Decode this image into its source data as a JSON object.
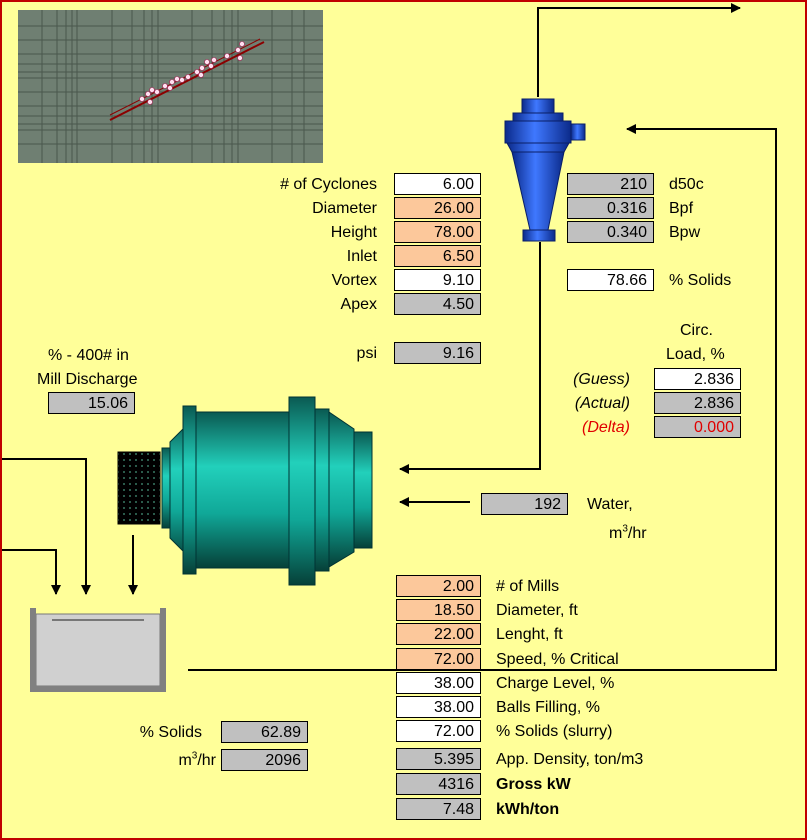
{
  "cyclone": {
    "labels": [
      "# of Cyclones",
      "Diameter",
      "Height",
      "Inlet",
      "Vortex",
      "Apex"
    ],
    "values": [
      "6.00",
      "26.00",
      "78.00",
      "6.50",
      "9.10",
      "4.50"
    ],
    "psi_label": "psi",
    "psi_value": "9.16"
  },
  "cyclone_results": {
    "d50c_value": "210",
    "d50c_label": "d50c",
    "bpf_value": "0.316",
    "bpf_label": "Bpf",
    "bpw_value": "0.340",
    "bpw_label": "Bpw",
    "solids_value": "78.66",
    "solids_label": "% Solids"
  },
  "circ_load": {
    "header_line1": "Circ.",
    "header_line2": "Load, %",
    "guess_label": "(Guess)",
    "guess_value": "2.836",
    "actual_label": "(Actual)",
    "actual_value": "2.836",
    "delta_label": "(Delta)",
    "delta_value": "0.000"
  },
  "mill_discharge": {
    "line1": "% - 400# in",
    "line2": "Mill Discharge",
    "value": "15.06"
  },
  "water": {
    "value": "192",
    "label": "Water,",
    "unit": "m",
    "unit_sup": "3",
    "unit_suffix": "/hr"
  },
  "mill": {
    "labels": [
      "# of Mills",
      "Diameter, ft",
      "Lenght, ft",
      "Speed, % Critical",
      "Charge Level, %",
      "Balls Filling, %",
      "% Solids (slurry)",
      "App. Density, ton/m3",
      "Gross kW",
      "kWh/ton"
    ],
    "values": [
      "2.00",
      "18.50",
      "22.00",
      "72.00",
      "38.00",
      "38.00",
      "72.00",
      "5.395",
      "4316",
      "7.48"
    ]
  },
  "sump": {
    "solids_label": "% Solids",
    "solids_value": "62.89",
    "flow_label": "m",
    "flow_label_sup": "3",
    "flow_label_suffix": "/hr",
    "flow_value": "2096"
  },
  "colors": {
    "background": "#ffff99",
    "border": "#c00000",
    "input_cell": "#fcc89b",
    "output_cell": "#c0c0c0",
    "cyclone": "#1f4fd8",
    "mill": "#00b3a0"
  }
}
